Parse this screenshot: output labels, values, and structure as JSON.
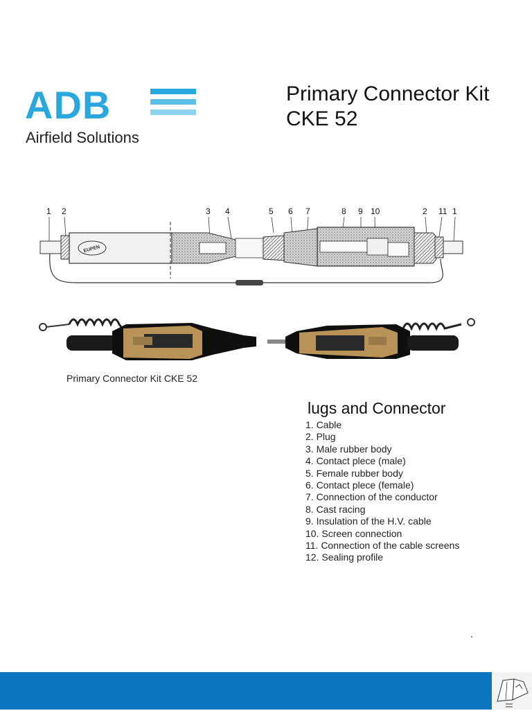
{
  "brand": {
    "mark": "ADB",
    "subtitle": "Airfield Solutions",
    "color_primary": "#2aa7dc",
    "color_bars": "#8fd3ef"
  },
  "title": {
    "line1": "Primary Connector Kit",
    "line2": "CKE 52"
  },
  "diagram": {
    "callouts": [
      "1",
      "2",
      "3",
      "4",
      "5",
      "6",
      "7",
      "8",
      "9",
      "10",
      "2",
      "11",
      "1"
    ],
    "stamp": "EUPEN"
  },
  "caption": "Primary Connector Kit CKE 52",
  "legend": {
    "title": "lugs and Connector",
    "items": [
      "1. Cable",
      "2. Plug",
      "3. Male rubber body",
      "4. Contact plece (male)",
      "5. Female rubber body",
      "6. Contact plece (female)",
      "7. Connection of the conductor",
      "8. Cast racing",
      "9. Insulation of the H.V. cable",
      "10. Screen connection",
      "11. Connection of the cable screens",
      "12. Sealing profile"
    ]
  },
  "footer": {
    "bar_color": "#0b77c0",
    "icon": "document-icon"
  }
}
